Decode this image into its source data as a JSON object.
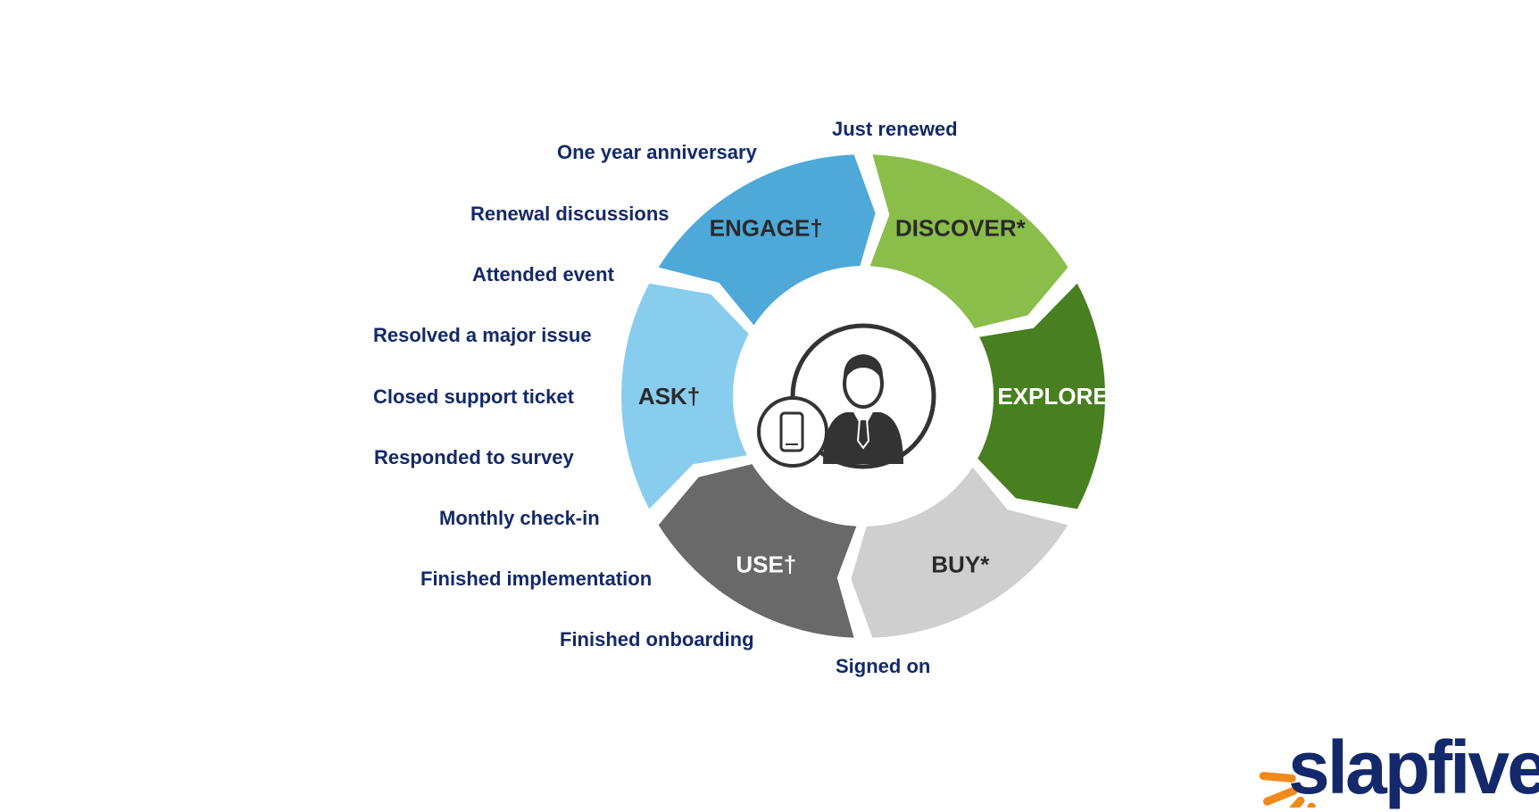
{
  "segments": [
    {
      "id": "discover",
      "label": "DISCOVER*",
      "color": "#8bbd4a",
      "text_color": "#2a2a2a"
    },
    {
      "id": "explore",
      "label": "EXPLORE*",
      "color": "#487f20",
      "text_color": "#ffffff"
    },
    {
      "id": "buy",
      "label": "BUY*",
      "color": "#cfcfcf",
      "text_color": "#2a2a2a"
    },
    {
      "id": "use",
      "label": "USE†",
      "color": "#696969",
      "text_color": "#ffffff"
    },
    {
      "id": "ask",
      "label": "ASK†",
      "color": "#89cdee",
      "text_color": "#2a2a2a"
    },
    {
      "id": "engage",
      "label": "ENGAGE†",
      "color": "#4ea9d8",
      "text_color": "#2a2a2a"
    }
  ],
  "milestones": [
    "Just renewed",
    "One year anniversary",
    "Renewal discussions",
    "Attended event",
    "Resolved a major issue",
    "Closed support ticket",
    "Responded to survey",
    "Monthly check-in",
    "Finished implementation",
    "Finished onboarding",
    "Signed on"
  ],
  "center": {
    "icon": "customer-person-icon",
    "badge_icon": "mobile-phone-icon"
  },
  "logo": {
    "text": "slapfive",
    "ray_color": "#f18a1c",
    "text_color": "#13296b"
  }
}
